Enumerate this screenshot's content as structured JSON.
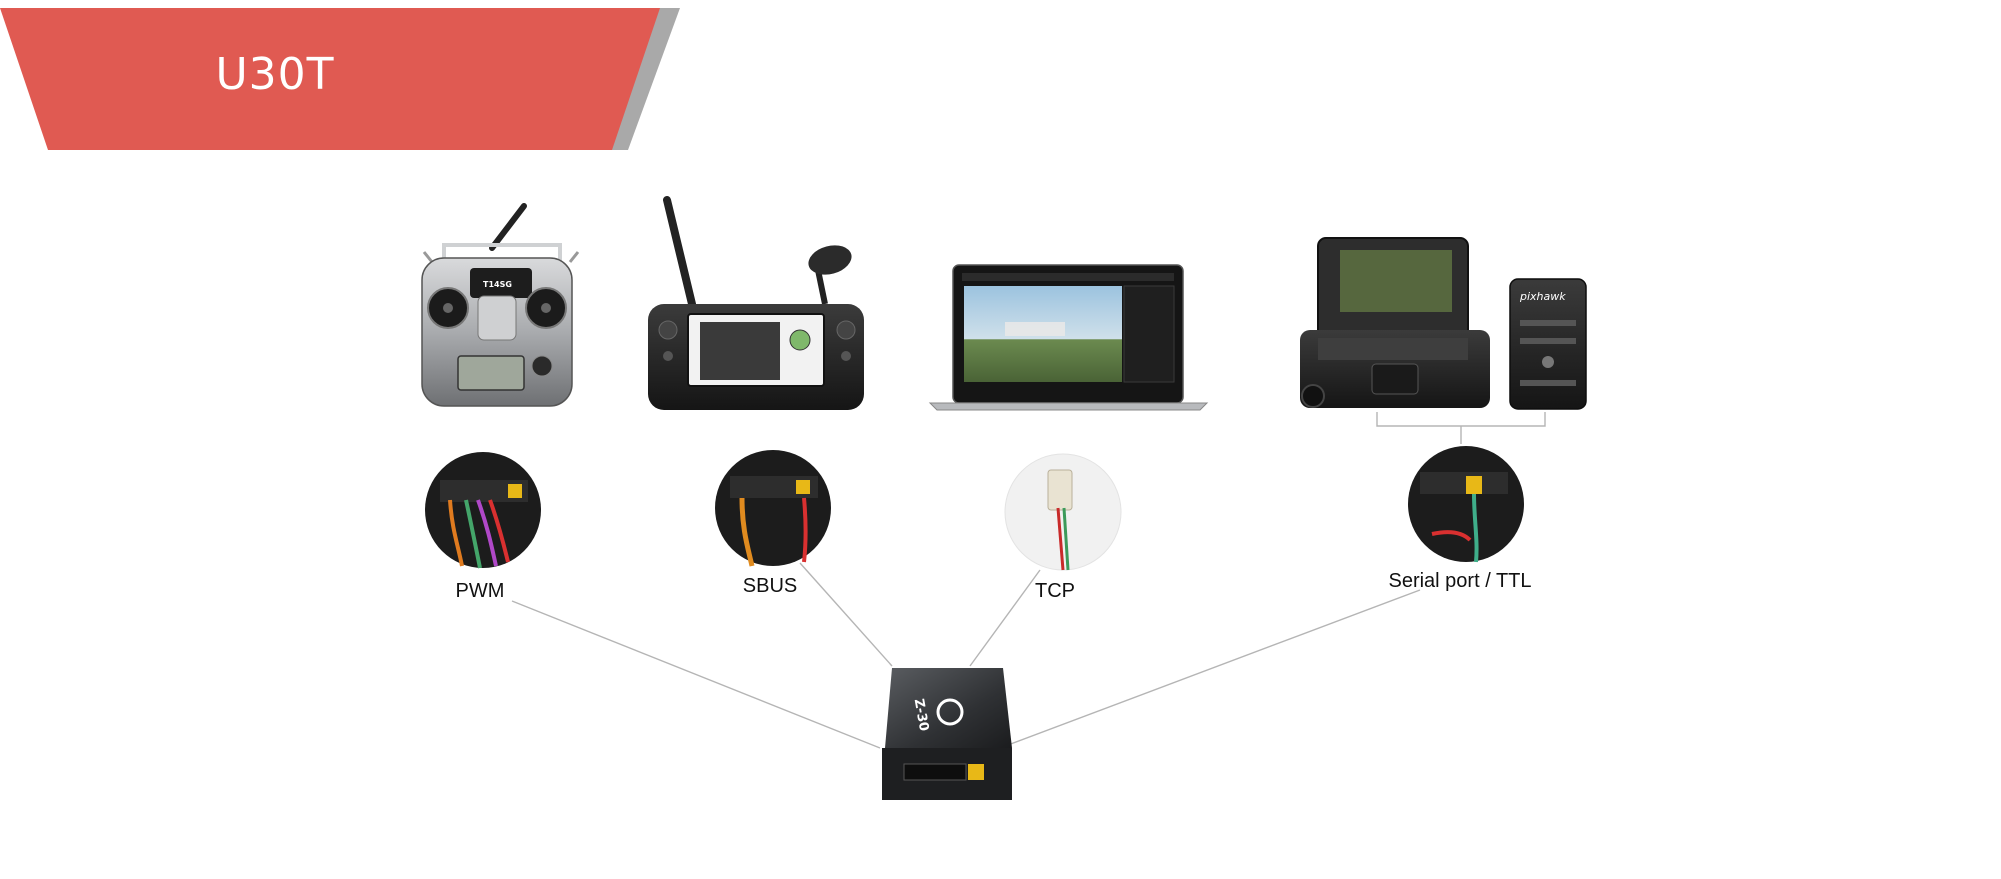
{
  "title": "U30T",
  "connections": {
    "pwm": "PWM",
    "sbus": "SBUS",
    "tcp": "TCP",
    "serial": "Serial port / TTL"
  },
  "devices": {
    "radio_brand": "T14SG",
    "flight_controller_brand": "pixhawk",
    "gimbal_model": "Z-30"
  },
  "colors": {
    "banner": "#e05a52",
    "banner_shadow": "#9a9a9a",
    "connector_line": "#b5b5b5",
    "device_dark": "#1f1f1f",
    "device_silver": "#a8aaad"
  }
}
